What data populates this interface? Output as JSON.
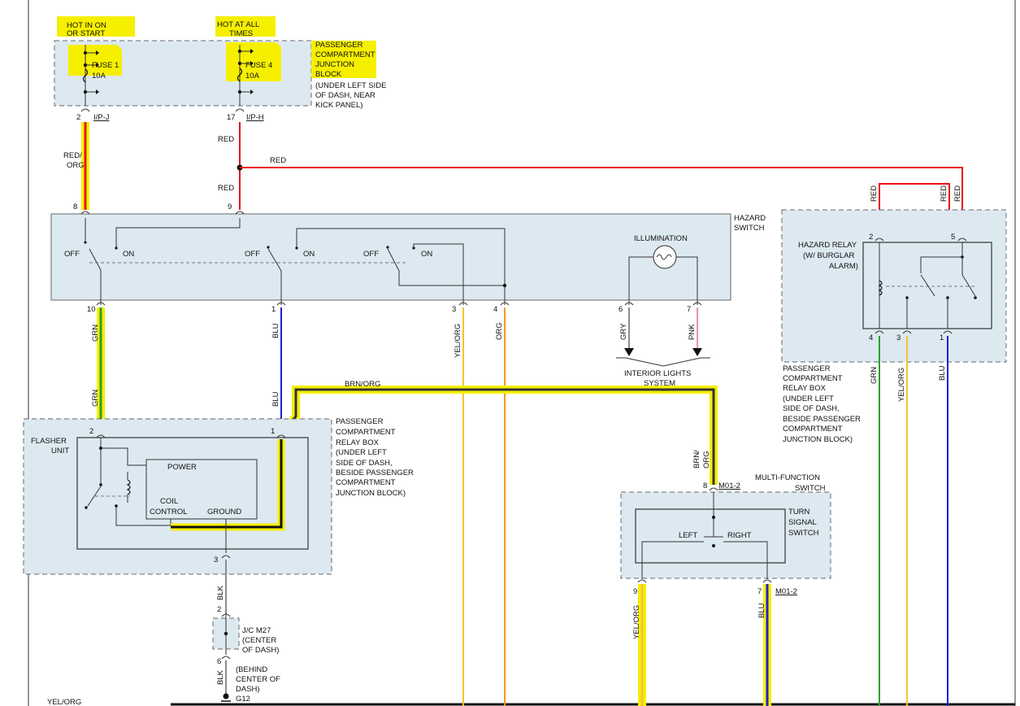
{
  "fuse_block": {
    "hot1": [
      "HOT IN ON",
      "OR START"
    ],
    "hot2": [
      "HOT AT ALL",
      "TIMES"
    ],
    "fuse1": [
      "FUSE 1",
      "10A"
    ],
    "fuse4": [
      "FUSE 4",
      "10A"
    ],
    "desc": [
      "PASSENGER",
      "COMPARTMENT",
      "JUNCTION",
      "BLOCK",
      "(UNDER LEFT SIDE",
      "OF DASH, NEAR",
      "KICK PANEL)"
    ],
    "pin_a": "2",
    "conn_a": "I/P-J",
    "pin_b": "17",
    "conn_b": "I/P-H"
  },
  "wires": {
    "red_org": [
      "RED/",
      "ORG"
    ],
    "red": "RED",
    "grn": "GRN",
    "blu": "BLU",
    "yel_org": "YEL/ORG",
    "org": "ORG",
    "gry": "GRY",
    "pnk": "PNK",
    "brn_org": "BRN/ORG",
    "brn_org_v": [
      "BRN/",
      "ORG"
    ],
    "blk": "BLK",
    "bottom_cut": "YEL/ORG"
  },
  "hazard_switch": {
    "title": [
      "HAZARD",
      "SWITCH"
    ],
    "pin_top_a": "8",
    "pin_top_b": "9",
    "off": "OFF",
    "on": "ON",
    "illumination": "ILLUMINATION",
    "pins_bottom": [
      "10",
      "1",
      "3",
      "4",
      "6",
      "7"
    ],
    "interior": [
      "INTERIOR LIGHTS",
      "SYSTEM"
    ]
  },
  "hazard_relay": {
    "title": [
      "HAZARD RELAY",
      "(W/ BURGLAR",
      "ALARM)"
    ],
    "pins_top": [
      "2",
      "5"
    ],
    "pins_bottom": [
      "4",
      "3",
      "1"
    ],
    "desc": [
      "PASSENGER",
      "COMPARTMENT",
      "RELAY BOX",
      "(UNDER LEFT",
      "SIDE OF DASH,",
      "BESIDE PASSENGER",
      "COMPARTMENT",
      "JUNCTION BLOCK)"
    ]
  },
  "flasher": {
    "title": [
      "FLASHER",
      "UNIT"
    ],
    "power": "POWER",
    "coil": [
      "COIL",
      "CONTROL"
    ],
    "ground": "GROUND",
    "pins": [
      "2",
      "1",
      "3"
    ],
    "desc": [
      "PASSENGER",
      "COMPARTMENT",
      "RELAY BOX",
      "(UNDER LEFT",
      "SIDE OF DASH,",
      "BESIDE PASSENGER",
      "COMPARTMENT",
      "JUNCTION BLOCK)"
    ]
  },
  "jc": {
    "pin_top": "2",
    "pin_bottom": "6",
    "desc": [
      "J/C M27",
      "(CENTER",
      "OF DASH)"
    ],
    "ground_desc": [
      "(BEHIND",
      "CENTER OF",
      "DASH)"
    ],
    "ground": "G12"
  },
  "mfs": {
    "title": [
      "MULTI-FUNCTION",
      "SWITCH"
    ],
    "pin_top": "8",
    "conn": "M01-2",
    "turn": [
      "TURN",
      "SIGNAL",
      "SWITCH"
    ],
    "left": "LEFT",
    "right": "RIGHT",
    "pin_bl": "9",
    "pin_br": "7",
    "conn_br": "M01-2"
  },
  "colors": {
    "red": "#e8141a",
    "green": "#2aa12a",
    "blue": "#1e1ed2",
    "yellow_orange": "#f4c430",
    "orange": "#f59a23",
    "gray": "#8c8c8c",
    "pink": "#f08fa0",
    "black": "#111111",
    "highlight": "#f6ef00",
    "box_fill": "#dde9f1"
  }
}
